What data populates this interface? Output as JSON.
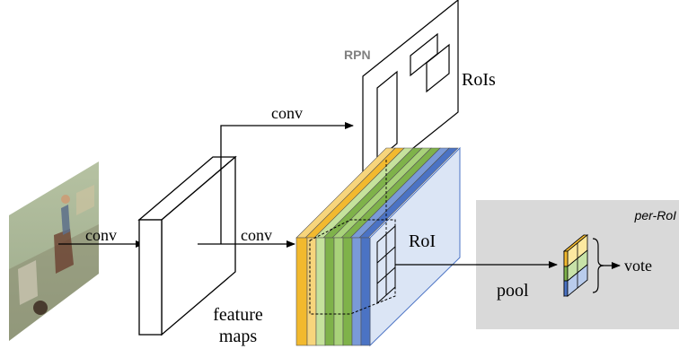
{
  "labels": {
    "rpn": "RPN",
    "rois": "RoIs",
    "conv_top": "conv",
    "conv_left": "conv",
    "conv_mid": "conv",
    "roi": "RoI",
    "per_roi": "per-RoI",
    "pool": "pool",
    "vote": "vote",
    "feature_maps_line1": "feature",
    "feature_maps_line2": "maps"
  },
  "colors": {
    "yellow": "#f2b92e",
    "green": "#7fb24a",
    "blue": "#4b73c4",
    "light_blue_face": "#dbe5f5",
    "per_roi_panel": "#d9d9d9",
    "rpn_text": "#808080",
    "cell_yellow": "#fde9a0",
    "cell_green": "#c8e2a8",
    "cell_blue": "#b9ccec"
  },
  "icons": {
    "input_image": "input-photo-icon"
  }
}
